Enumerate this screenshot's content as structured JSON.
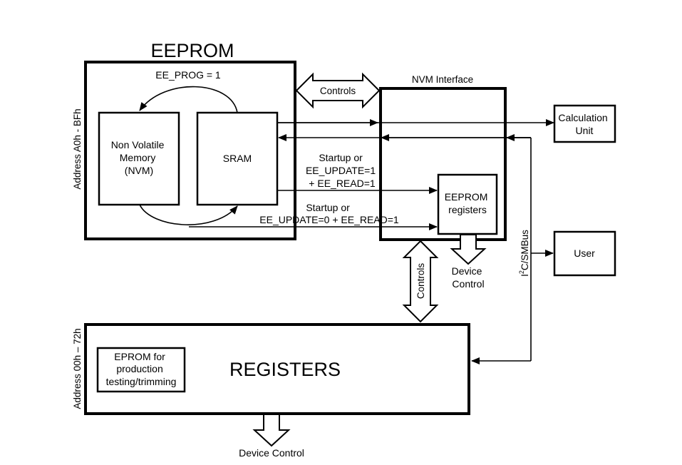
{
  "diagram": {
    "eeprom_title": "EEPROM",
    "eeprom_address": "Address A0h - BFh",
    "ee_prog_label": "EE_PROG = 1",
    "nvm_label": [
      "Non Volatile",
      "Memory",
      "(NVM)"
    ],
    "sram_label": "SRAM",
    "controls_top": "Controls",
    "nvm_interface_title": "NVM Interface",
    "calc_unit": [
      "Calculation",
      "Unit"
    ],
    "startup_update1": [
      "Startup or",
      "EE_UPDATE=1",
      "+ EE_READ=1"
    ],
    "startup_update0": [
      "Startup or",
      "EE_UPDATE=0  + EE_READ=1"
    ],
    "eeprom_registers": [
      "EEPROM",
      "registers"
    ],
    "device_control_mid": [
      "Device",
      "Control"
    ],
    "i2c_smbus": {
      "prefix": "I",
      "sup": "2",
      "suffix": "C/SMBus"
    },
    "user": "User",
    "controls_vertical": "Controls",
    "registers_title": "REGISTERS",
    "registers_address": "Address 00h – 72h",
    "eprom_label": [
      "EPROM for",
      "production",
      "testing/trimming"
    ],
    "device_control_bottom": "Device Control"
  }
}
